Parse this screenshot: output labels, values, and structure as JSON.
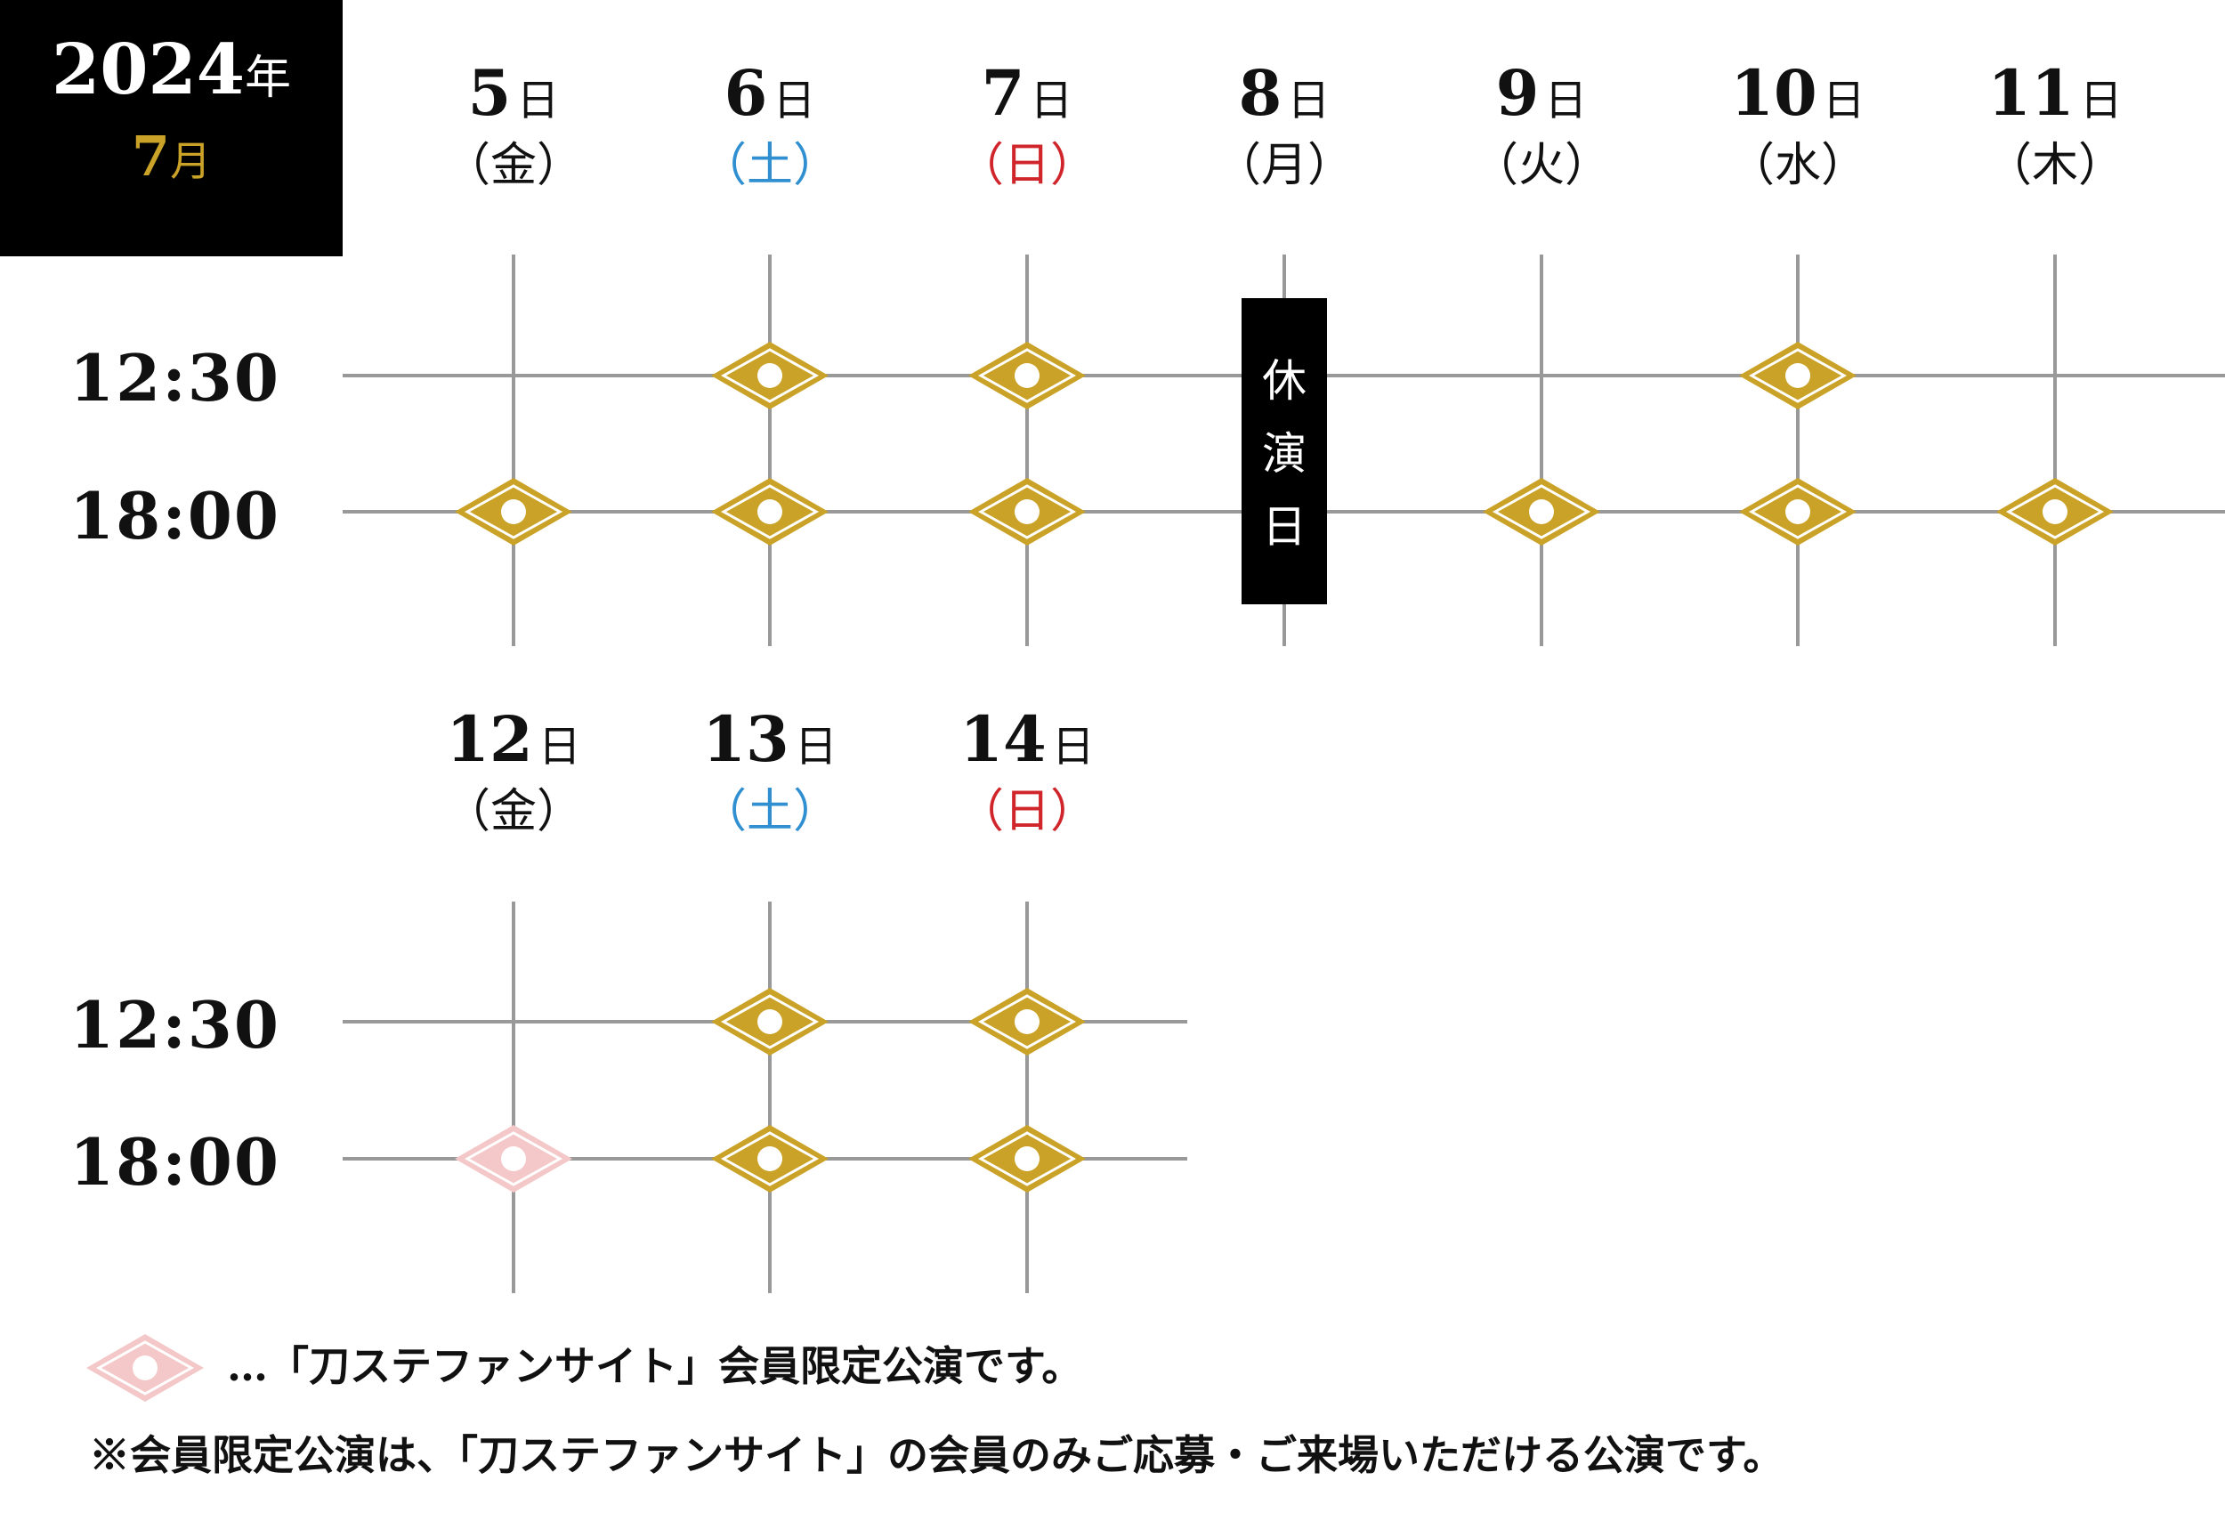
{
  "header": {
    "year_num": "2024",
    "year_unit": "年",
    "month_num": "7",
    "month_unit": "月"
  },
  "day_unit": "日",
  "week1": {
    "days": [
      {
        "day": "5",
        "weekday": "（金）",
        "kind": "weekday"
      },
      {
        "day": "6",
        "weekday": "（土）",
        "kind": "sat"
      },
      {
        "day": "7",
        "weekday": "（日）",
        "kind": "sun"
      },
      {
        "day": "8",
        "weekday": "（月）",
        "kind": "weekday"
      },
      {
        "day": "9",
        "weekday": "（火）",
        "kind": "weekday"
      },
      {
        "day": "10",
        "weekday": "（水）",
        "kind": "weekday"
      },
      {
        "day": "11",
        "weekday": "（木）",
        "kind": "weekday"
      }
    ],
    "times": [
      "12:30",
      "18:00"
    ],
    "performances": {
      "12:30": [
        "none",
        "regular",
        "regular",
        "rest",
        "none",
        "regular",
        "none"
      ],
      "18:00": [
        "regular",
        "regular",
        "regular",
        "rest",
        "regular",
        "regular",
        "regular"
      ]
    },
    "rest_day_label": [
      "休",
      "演",
      "日"
    ]
  },
  "week2": {
    "days": [
      {
        "day": "12",
        "weekday": "（金）",
        "kind": "weekday"
      },
      {
        "day": "13",
        "weekday": "（土）",
        "kind": "sat"
      },
      {
        "day": "14",
        "weekday": "（日）",
        "kind": "sun"
      }
    ],
    "times": [
      "12:30",
      "18:00"
    ],
    "performances": {
      "12:30": [
        "none",
        "regular",
        "regular"
      ],
      "18:00": [
        "member",
        "regular",
        "regular"
      ]
    }
  },
  "legend": {
    "text": "…「刀ステファンサイト」会員限定公演です。"
  },
  "note": {
    "text": "※会員限定公演は、「刀ステファンサイト」の会員のみご応募・ご来場いただける公演です。"
  },
  "colors": {
    "regular": "#c9a227",
    "member": "#f4c8c8",
    "grid": "#999999",
    "rest_bg": "#000000",
    "sat": "#2f8fd0",
    "sun": "#d0252a"
  },
  "icons": {
    "performance": "diamond-circle-icon"
  }
}
